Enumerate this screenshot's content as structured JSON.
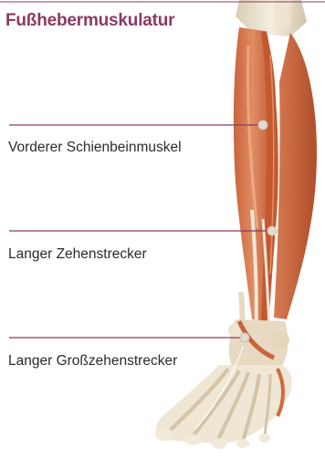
{
  "diagram": {
    "title": "Fußhebermuskulatur",
    "labels": [
      "Vorderer Schienbeinmuskel",
      "Langer Zehenstrecker",
      "Langer Großzehenstrecker"
    ]
  },
  "colors": {
    "title": "#8a3a63",
    "leader_line": "#8a3a63",
    "muscle": "#d97a52",
    "muscle_dark": "#b9552f",
    "tendon": "#f1e7d7",
    "bone": "#efe6d4",
    "marker": "#e2dbd2"
  }
}
